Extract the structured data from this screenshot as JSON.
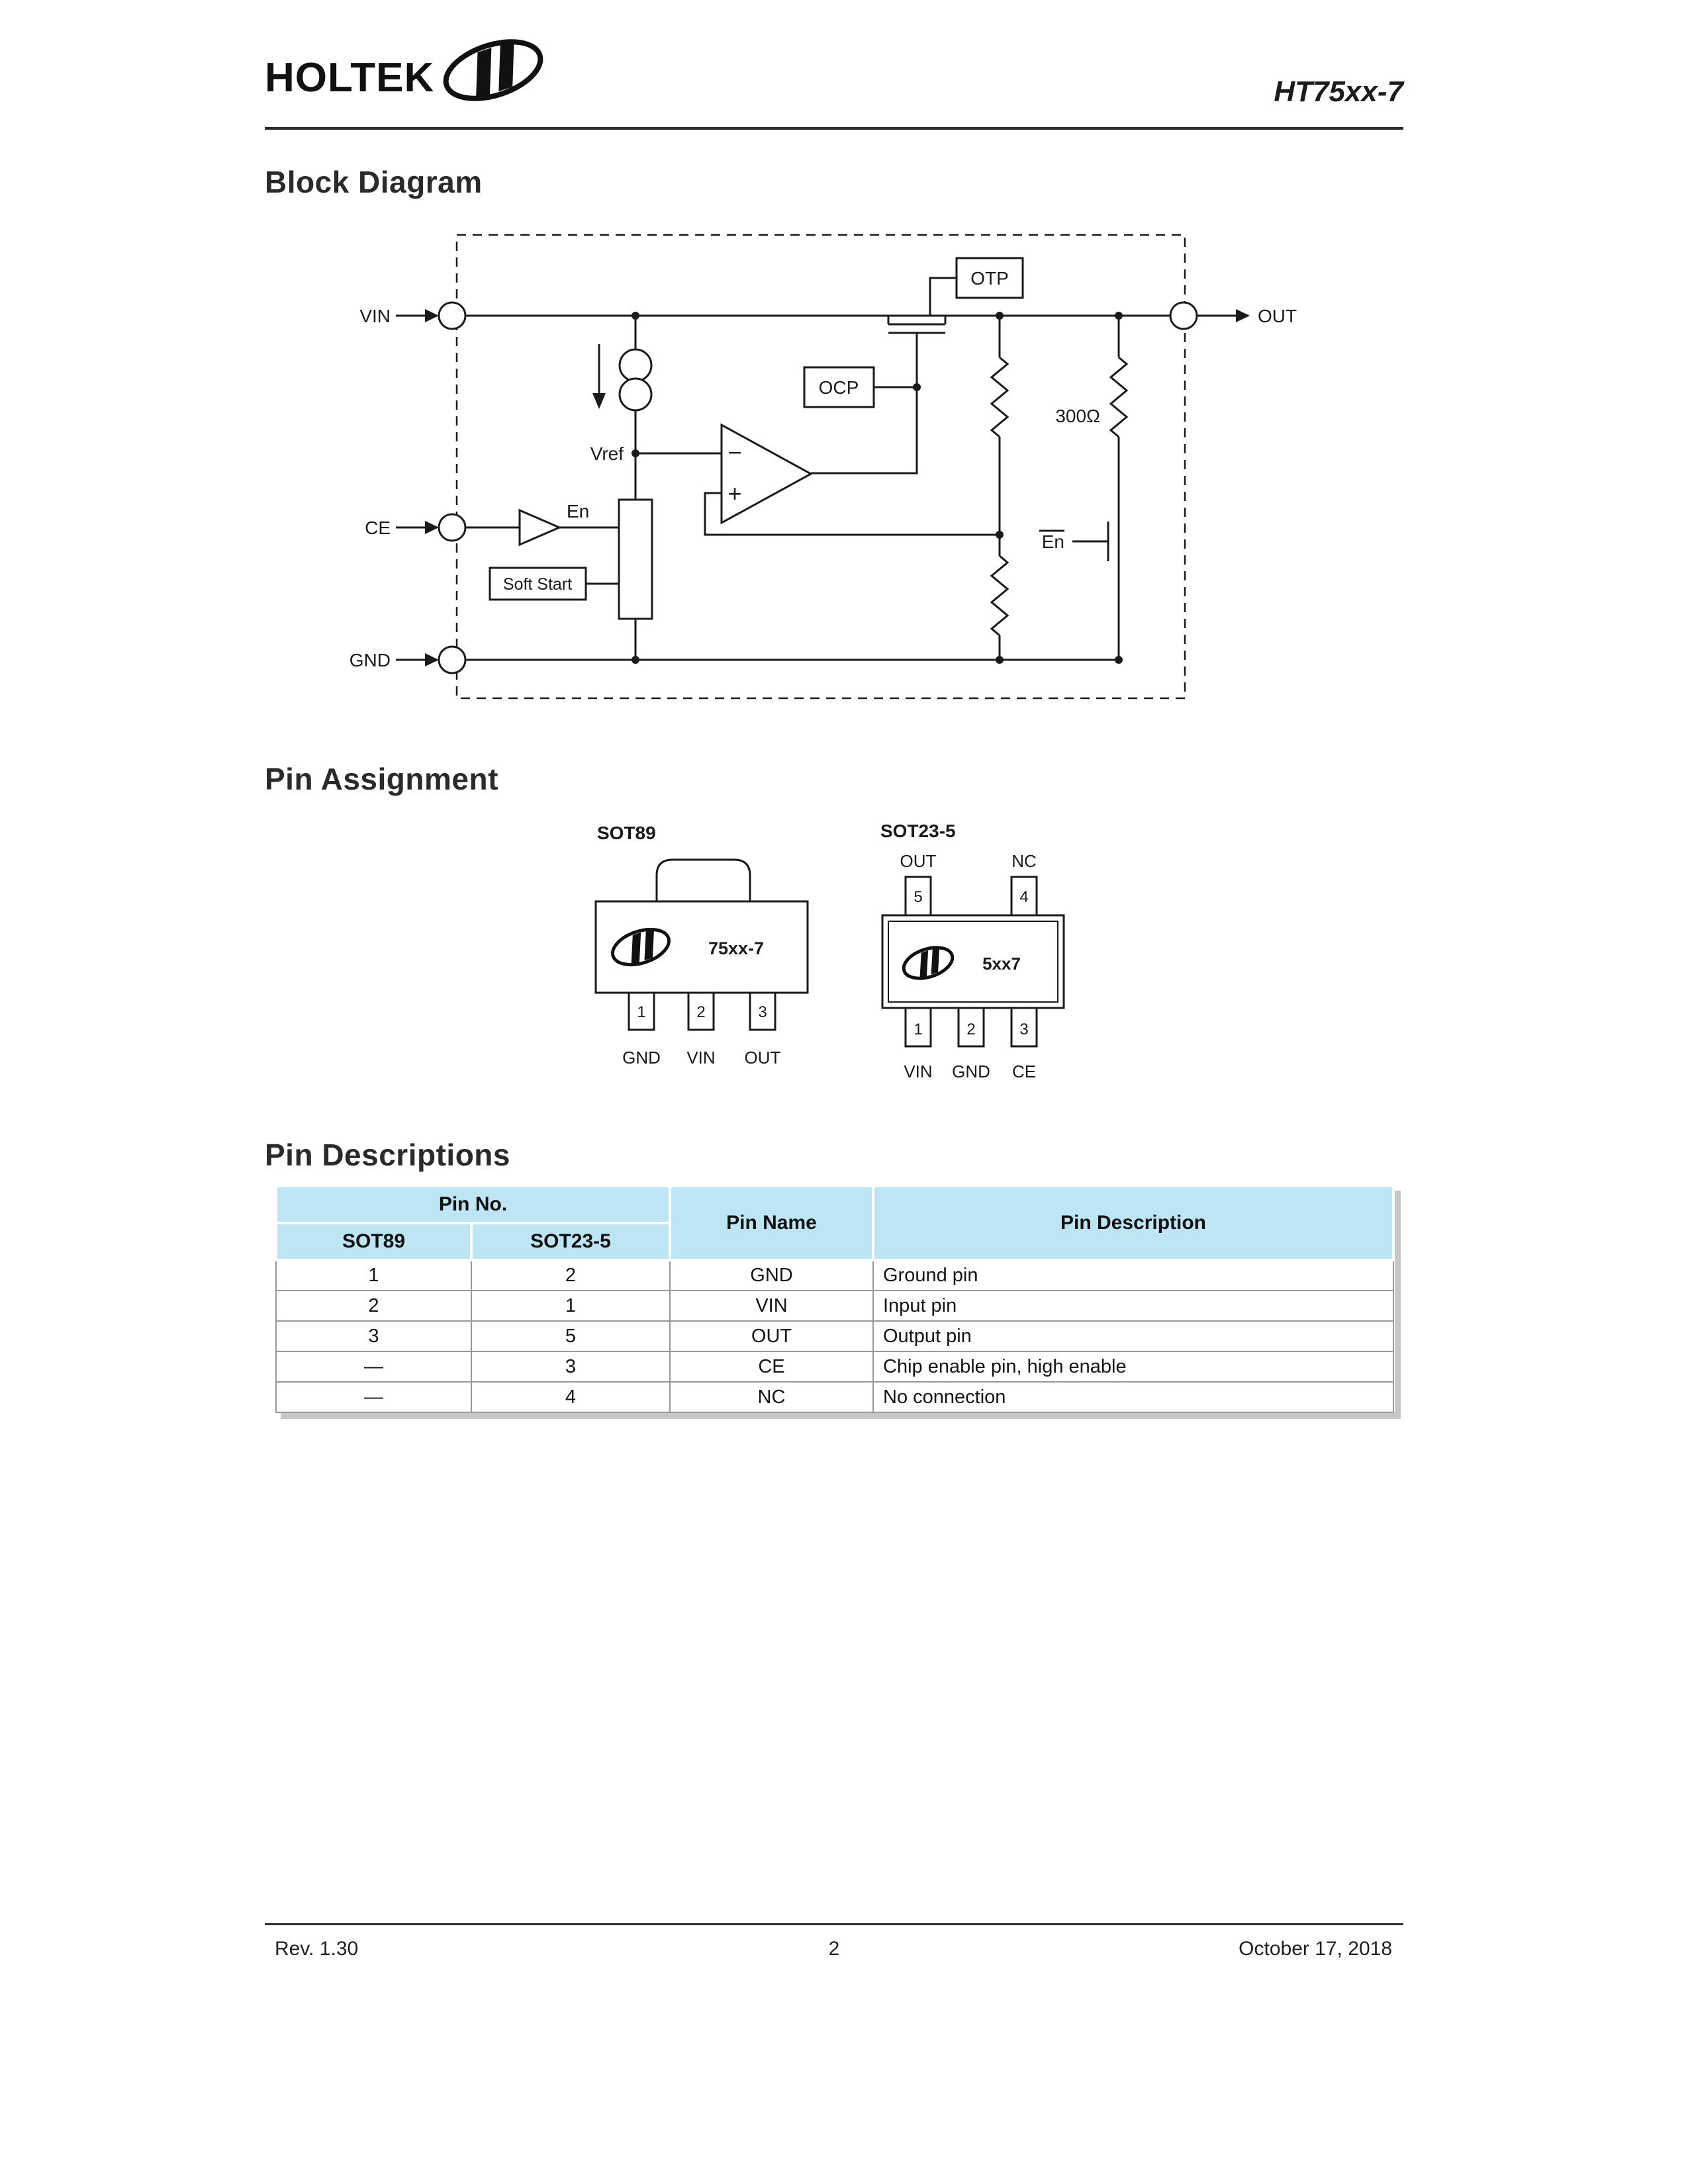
{
  "header": {
    "brand": "HOLTEK",
    "doc_title": "HT75xx-7"
  },
  "sections": {
    "block_diagram": "Block Diagram",
    "pin_assignment": "Pin Assignment",
    "pin_descriptions": "Pin Descriptions"
  },
  "block_diagram": {
    "labels": {
      "vin": "VIN",
      "ce": "CE",
      "gnd": "GND",
      "out": "OUT",
      "otp": "OTP",
      "ocp": "OCP",
      "vref": "Vref",
      "en": "En",
      "en_bar": "En",
      "soft_start": "Soft Start",
      "r300": "300Ω",
      "opamp_minus": "−",
      "opamp_plus": "+"
    }
  },
  "pin_assignment": {
    "sot89": {
      "title": "SOT89",
      "part": "75xx-7",
      "pin_numbers": [
        "1",
        "2",
        "3"
      ],
      "pin_labels": [
        "GND",
        "VIN",
        "OUT"
      ]
    },
    "sot23_5": {
      "title": "SOT23-5",
      "part": "5xx7",
      "top_numbers": [
        "5",
        "4"
      ],
      "top_labels": [
        "OUT",
        "NC"
      ],
      "bottom_numbers": [
        "1",
        "2",
        "3"
      ],
      "bottom_labels": [
        "VIN",
        "GND",
        "CE"
      ]
    }
  },
  "pin_table": {
    "headers": {
      "pin_no": "Pin No.",
      "sot89": "SOT89",
      "sot23_5": "SOT23-5",
      "pin_name": "Pin Name",
      "pin_description": "Pin Description"
    },
    "rows": [
      {
        "sot89": "1",
        "sot23": "2",
        "name": "GND",
        "desc": "Ground pin"
      },
      {
        "sot89": "2",
        "sot23": "1",
        "name": "VIN",
        "desc": "Input pin"
      },
      {
        "sot89": "3",
        "sot23": "5",
        "name": "OUT",
        "desc": "Output pin"
      },
      {
        "sot89": "—",
        "sot23": "3",
        "name": "CE",
        "desc": "Chip enable pin, high enable"
      },
      {
        "sot89": "—",
        "sot23": "4",
        "name": "NC",
        "desc": "No connection"
      }
    ]
  },
  "footer": {
    "rev": "Rev. 1.30",
    "page": "2",
    "date": "October 17, 2018"
  },
  "colors": {
    "table_header_bg": "#bee5f4",
    "line": "#1a1a1a"
  }
}
